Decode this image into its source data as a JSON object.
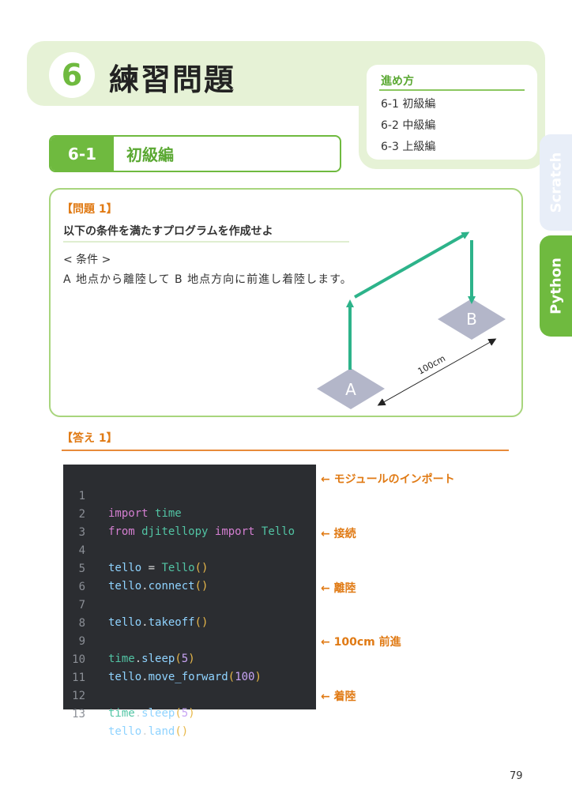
{
  "header": {
    "chapter_number": "6",
    "chapter_title": "練習問題"
  },
  "toc": {
    "title": "進め方",
    "items": [
      "6-1 初級編",
      "6-2 中級編",
      "6-3 上級編"
    ]
  },
  "section": {
    "number": "6-1",
    "title": "初級編"
  },
  "side_tabs": {
    "scratch": "Scratch",
    "python": "Python",
    "active": "python"
  },
  "problem": {
    "label": "【問題 1】",
    "question": "以下の条件を満たすプログラムを作成せよ",
    "condition_label": "< 条件 >",
    "condition_text": "A 地点から離陸して B 地点方向に前進し着陸します。",
    "diagram": {
      "point_a": "A",
      "point_b": "B",
      "distance": "100cm",
      "arrow_color": "#2db38a",
      "pad_color": "#b3b6c9"
    }
  },
  "answer": {
    "label": "【答え 1】"
  },
  "code": {
    "line_numbers": [
      "1",
      "2",
      "3",
      "4",
      "5",
      "6",
      "7",
      "8",
      "9",
      "10",
      "11",
      "12",
      "13"
    ],
    "l1": {
      "kw": "import",
      "mod": "time"
    },
    "l2": {
      "kw1": "from",
      "mod": "djitellopy",
      "kw2": "import",
      "cls": "Tello"
    },
    "l4": {
      "var": "tello",
      "op": "=",
      "cls": "Tello",
      "par": "()"
    },
    "l5": {
      "var": "tello",
      "dot": ".",
      "fn": "connect",
      "par": "()"
    },
    "l7": {
      "var": "tello",
      "dot": ".",
      "fn": "takeoff",
      "par": "()"
    },
    "l9": {
      "var": "time",
      "dot": ".",
      "fn": "sleep",
      "p1": "(",
      "num": "5",
      "p2": ")"
    },
    "l10": {
      "var": "tello",
      "dot": ".",
      "fn": "move_forward",
      "p1": "(",
      "num": "100",
      "p2": ")"
    },
    "l12": {
      "var": "time",
      "dot": ".",
      "fn": "sleep",
      "p1": "(",
      "num": "5",
      "p2": ")"
    },
    "l13": {
      "var": "tello",
      "dot": ".",
      "fn": "land",
      "par": "()"
    }
  },
  "annotations": {
    "import": "← モジュールのインポート",
    "connect": "← 接続",
    "takeoff": "← 離陸",
    "forward": "← 100cm 前進",
    "land": "← 着陸"
  },
  "page_number": "79"
}
